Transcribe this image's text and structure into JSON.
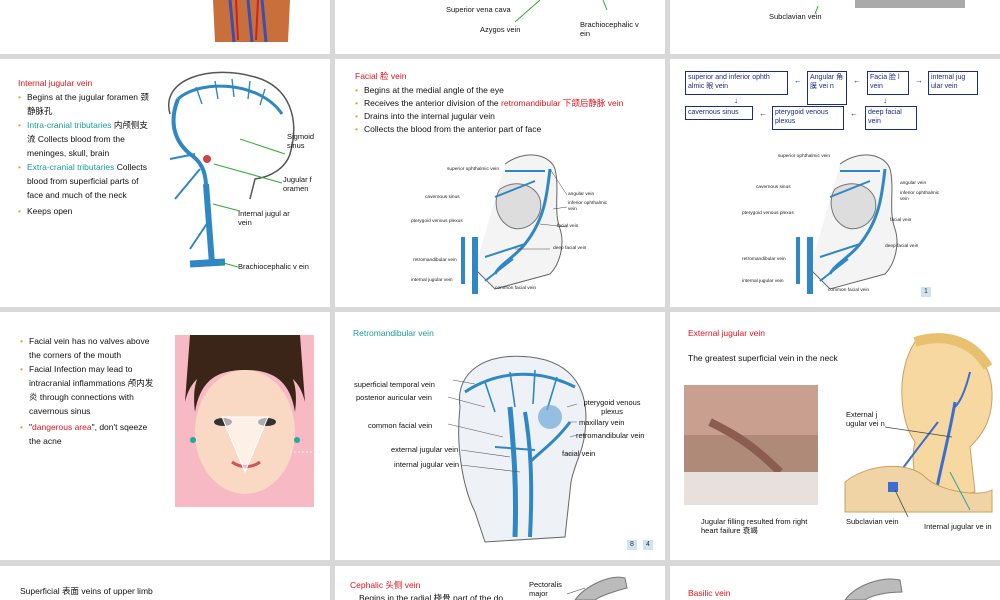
{
  "row1": {
    "s2_labels": [
      "Superior vena cava",
      "Azygos vein",
      "Brachiocephalic v ein"
    ],
    "s3_label": "Subclavian vein"
  },
  "s4": {
    "title": "Internal jugular vein",
    "b1": "Begins at the jugular foramen 颈静脉孔",
    "b2_term": "Intra-cranial tributaries",
    "b2_rest": " 内颅侧支流 Collects blood from the meninges, skull, brain",
    "b3_term": "Extra-cranial tributaries",
    "b3_rest": " Collects blood from superficial parts of face and much of the neck",
    "b4": "Keeps open",
    "labels": {
      "sigmoid": "Sigmoid sinus",
      "jugular_foramen": "Jugular f oramen",
      "internal_jugular": "Internal jugul ar vein",
      "brachio": "Brachiocephalic v ein"
    }
  },
  "s5": {
    "title": "Facial 脸   vein",
    "b1": "Begins at the medial angle of the eye",
    "b2_pre": "Receives the anterior division of the ",
    "b2_term": "retromandibular 下颌后静脉   vein",
    "b3": "Drains into the internal jugular vein",
    "b4": "Collects the blood from the anterior part of face",
    "fig": [
      "superior ophthalmic vein",
      "angular vein",
      "inferior ophthalmic vein",
      "cavernous sinus",
      "pterygoid venous plexus",
      "facial vein",
      "deep facial vein",
      "retromandibular vein",
      "internal jugular vein",
      "common facial vein"
    ]
  },
  "s6": {
    "boxes": [
      "superior and inferior ophth almic 眼   vein",
      "Angular 角膜   vei n",
      "Facia 脸 l vein",
      "internal jug ular vein",
      "cavernous sinus",
      "pterygoid venous plexus",
      "deep facial vein"
    ],
    "arrows": {
      "left": "←",
      "right": "→",
      "down": "↓"
    },
    "fig": [
      "superior ophthalmic vein",
      "angular vein",
      "inferior ophthalmic vein",
      "cavernous sinus",
      "pterygoid venous plexus",
      "facial vein",
      "deep facial vein",
      "retromandibular vein",
      "internal jugular vein",
      "common facial vein"
    ],
    "page": "1"
  },
  "s7": {
    "b1": "Facial vein has no valves above the corners of the mouth",
    "b2": "Facial Infection may lead to intracranial inflammations 颅内发炎 through connections with cavernous sinus",
    "b3_q1": "\"",
    "b3_term": "dangerous area",
    "b3_rest": "\", don't sqeeze the acne"
  },
  "s8": {
    "title": "Retromandibular vein",
    "labels": {
      "sup_temporal": "superficial temporal vein",
      "post_auricular": "posterior auricular vein",
      "common_facial": "common facial vein",
      "ext_jugular": "external jugular vein",
      "int_jugular": "internal jugular vein",
      "pterygoid": "pterygoid venous plexus",
      "maxillary": "maxillary vein",
      "retromandibular": "retromandibular vein",
      "facial": "facial vein"
    },
    "pages": [
      "8",
      "4"
    ]
  },
  "s9": {
    "title": "External jugular vein",
    "subtitle": "The greatest superficial vein in the neck",
    "caption": "Jugular filling resulted from right heart failure 衰竭",
    "labels": {
      "ext": "External j ugular vei n",
      "subclavian": "Subclavian vein",
      "internal": "Internal jugular ve in"
    }
  },
  "row3": {
    "s10_title": "Superficial  表面 veins of upper limb",
    "s11_title": "Cephalic 头侧   vein",
    "s11_b1": "Begins in the radial  桡骨 part of the do",
    "s11_label": "Pectoralis major",
    "s12_title": "Basilic vein"
  }
}
